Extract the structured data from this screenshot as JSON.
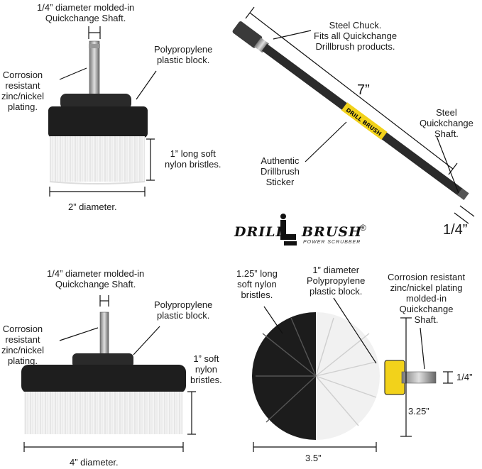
{
  "brush1": {
    "shaft_label": "1/4” diameter molded-in\nQuickchange Shaft.",
    "block_label": "Polypropylene\nplastic block.",
    "plating_label": "Corrosion\nresistant\nzinc/nickel\nplating.",
    "bristle_label": "1” long soft\nnylon bristles.",
    "diameter_label": "2” diameter."
  },
  "extension": {
    "chuck_label": "Steel Chuck.\nFits all Quickchange\nDrillbrush products.",
    "length_label": "7”",
    "shaft_label": "Steel\nQuickchange\nShaft.",
    "sticker_label": "Authentic\nDrillbrush\nSticker",
    "shaft_size_label": "1/4”",
    "sticker_text": "DRILL BRUSH"
  },
  "logo": {
    "word1": "DRILL",
    "word2": "BRUSH",
    "registered": "®",
    "tagline": "POWER SCRUBBER"
  },
  "brush2": {
    "shaft_label": "1/4” diameter molded-in\nQuickchange Shaft.",
    "block_label": "Polypropylene\nplastic block.",
    "plating_label": "Corrosion\nresistant\nzinc/nickel\nplating.",
    "bristle_label": "1” soft\nnylon\nbristles.",
    "diameter_label": "4” diameter."
  },
  "brush3": {
    "bristle_label": "1.25” long\nsoft nylon\nbristles.",
    "block_label": "1” diameter\nPolypropylene\nplastic block.",
    "plating_label": "Corrosion resistant\nzinc/nickel plating\nmolded-in\nQuickchange\nShaft.",
    "shaft_size_label": "1/4”",
    "height_label": "3.25”",
    "width_label": "3.5”"
  }
}
